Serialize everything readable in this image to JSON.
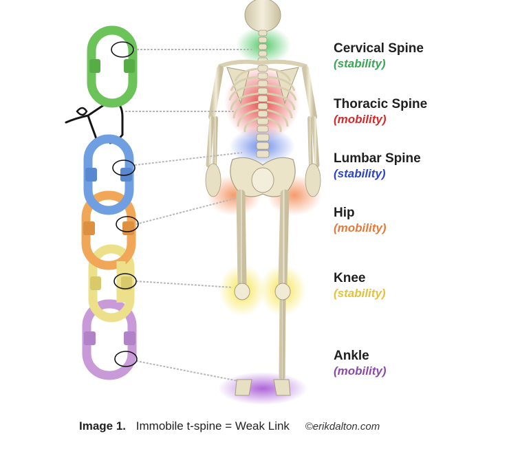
{
  "regions": [
    {
      "name": "Cervical Spine",
      "role": "(stability)",
      "color": "#3aa655"
    },
    {
      "name": "Thoracic Spine",
      "role": "(mobility)",
      "color": "#d42a2a"
    },
    {
      "name": "Lumbar Spine",
      "role": "(stability)",
      "color": "#2a44c8"
    },
    {
      "name": "Hip",
      "role": "(mobility)",
      "color": "#e47a3a"
    },
    {
      "name": "Knee",
      "role": "(stability)",
      "color": "#e3c23a"
    },
    {
      "name": "Ankle",
      "role": "(mobility)",
      "color": "#8c4aa8"
    }
  ],
  "chain": {
    "link_colors": [
      "#6cc35a",
      "#6f9fe0",
      "#f0a858",
      "#ece08a",
      "#c89ad8"
    ],
    "weak_link": "rope"
  },
  "caption": {
    "title": "Image 1.",
    "text": "Immobile t-spine = Weak Link",
    "credit": "©erikdalton.com"
  }
}
